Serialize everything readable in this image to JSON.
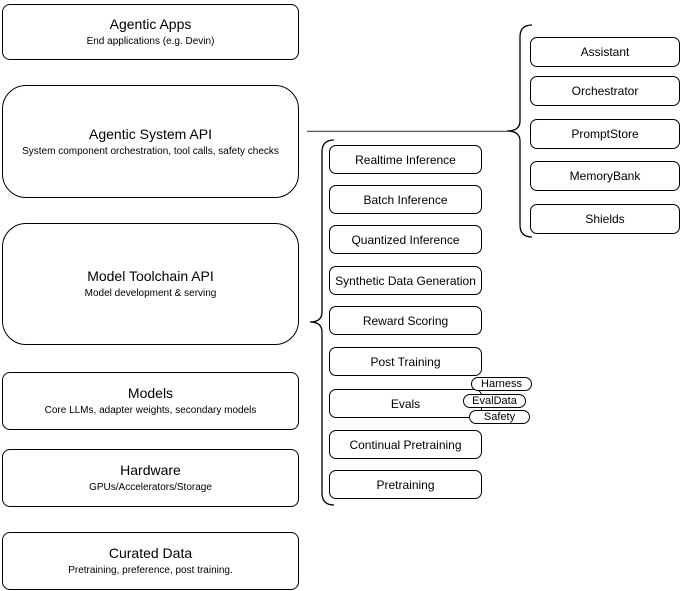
{
  "diagram": {
    "left_stack": [
      {
        "title": "Agentic Apps",
        "subtitle": "End applications (e.g. Devin)"
      },
      {
        "title": "Agentic System API",
        "subtitle": "System component orchestration, tool calls, safety checks"
      },
      {
        "title": "Model Toolchain API",
        "subtitle": "Model development & serving"
      },
      {
        "title": "Models",
        "subtitle": "Core LLMs, adapter weights, secondary models"
      },
      {
        "title": "Hardware",
        "subtitle": "GPUs/Accelerators/Storage"
      },
      {
        "title": "Curated Data",
        "subtitle": "Pretraining, preference, post training."
      }
    ],
    "toolchain_group": {
      "items": [
        "Realtime Inference",
        "Batch Inference",
        "Quantized Inference",
        "Synthetic Data Generation",
        "Reward Scoring",
        "Post Training",
        "Evals",
        "Continual Pretraining",
        "Pretraining"
      ],
      "evals_tags": [
        "Harness",
        "EvalData",
        "Safety"
      ]
    },
    "system_group": {
      "items": [
        "Assistant",
        "Orchestrator",
        "PromptStore",
        "MemoryBank",
        "Shields"
      ]
    },
    "colors": {
      "stroke": "#000000",
      "connector": "#595959",
      "background": "#ffffff",
      "fill": "#ffffff"
    }
  }
}
